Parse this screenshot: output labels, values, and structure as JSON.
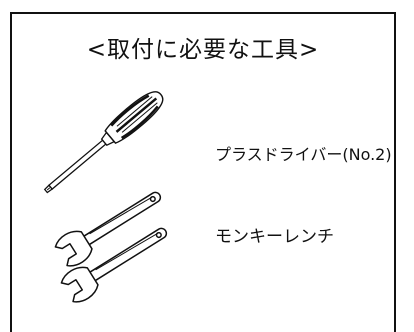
{
  "document": {
    "title": "<取付に必要な工具>",
    "tools": [
      {
        "icon": "screwdriver-icon",
        "label": "プラスドライバー(No.2)"
      },
      {
        "icon": "wrench-icon",
        "label": "モンキーレンチ"
      }
    ]
  }
}
